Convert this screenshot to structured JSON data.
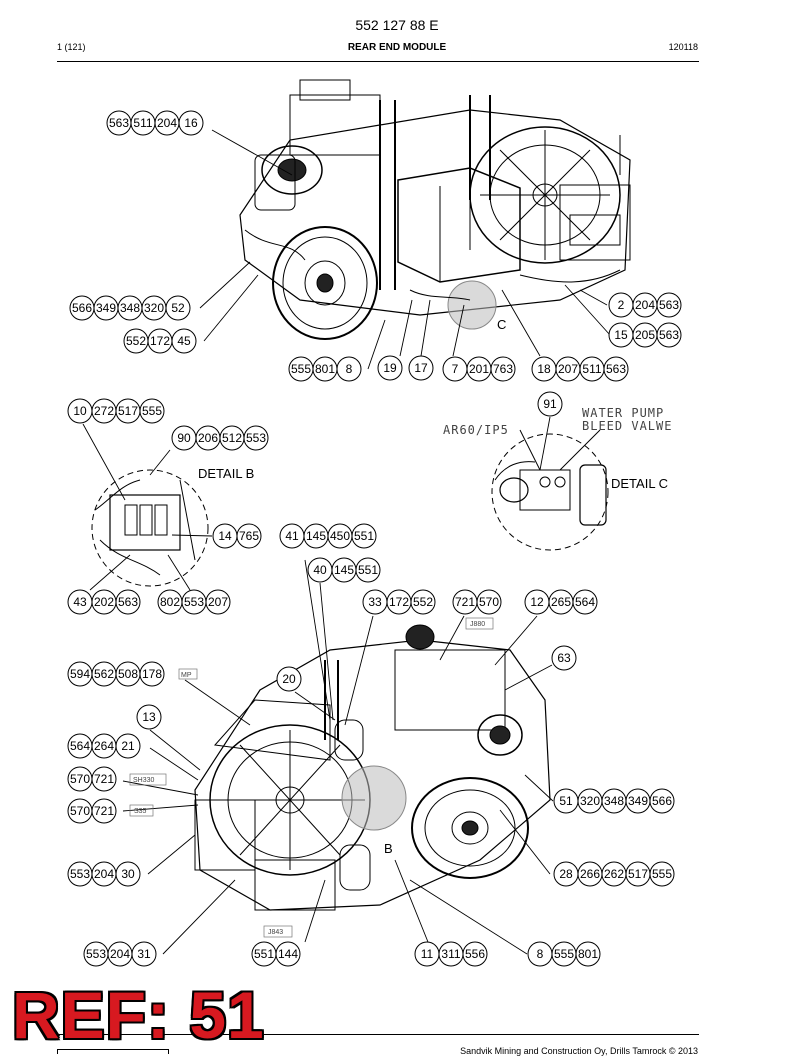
{
  "header": {
    "doc_number": "552 127 88 E",
    "page": "1 (121)",
    "title": "REAR END MODULE",
    "date": "120118"
  },
  "stamp": "REF: 51",
  "footer": {
    "copyright": "Sandvik Mining and Construction Oy, Drills Tamrock © 2013"
  },
  "details": {
    "b_label": "DETAIL B",
    "c_label": "DETAIL C",
    "b_marker": "B",
    "c_marker": "C",
    "pump_note_line1": "WATER PUMP",
    "pump_note_line2": "BLEED VALWE",
    "model_note": "AR60/IP5"
  },
  "tags": {
    "mp": "MP",
    "j880": "J880",
    "sh330": "SH330",
    "s35": "S35",
    "j843": "J843"
  },
  "callouts": [
    [
      "563",
      "511",
      "204",
      "16"
    ],
    [
      "566",
      "349",
      "348",
      "320",
      "52"
    ],
    [
      "552",
      "172",
      "45"
    ],
    [
      "555",
      "801",
      "8"
    ],
    [
      "19"
    ],
    [
      "17"
    ],
    [
      "7",
      "201",
      "763"
    ],
    [
      "18",
      "207",
      "511",
      "563"
    ],
    [
      "2",
      "204",
      "563"
    ],
    [
      "15",
      "205",
      "563"
    ],
    [
      "91"
    ],
    [
      "10",
      "272",
      "517",
      "555"
    ],
    [
      "90",
      "206",
      "512",
      "553"
    ],
    [
      "14",
      "765"
    ],
    [
      "43",
      "202",
      "563"
    ],
    [
      "802",
      "553",
      "207"
    ],
    [
      "41",
      "145",
      "450",
      "551"
    ],
    [
      "40",
      "145",
      "551"
    ],
    [
      "33",
      "172",
      "552"
    ],
    [
      "721",
      "570"
    ],
    [
      "12",
      "265",
      "564"
    ],
    [
      "63"
    ],
    [
      "594",
      "562",
      "508",
      "178"
    ],
    [
      "20"
    ],
    [
      "13"
    ],
    [
      "564",
      "264",
      "21"
    ],
    [
      "570",
      "721"
    ],
    [
      "570",
      "721"
    ],
    [
      "51",
      "320",
      "348",
      "349",
      "566"
    ],
    [
      "553",
      "204",
      "30"
    ],
    [
      "28",
      "266",
      "262",
      "517",
      "555"
    ],
    [
      "553",
      "204",
      "31"
    ],
    [
      "551",
      "144"
    ],
    [
      "11",
      "311",
      "556"
    ],
    [
      "8",
      "555",
      "801"
    ]
  ]
}
